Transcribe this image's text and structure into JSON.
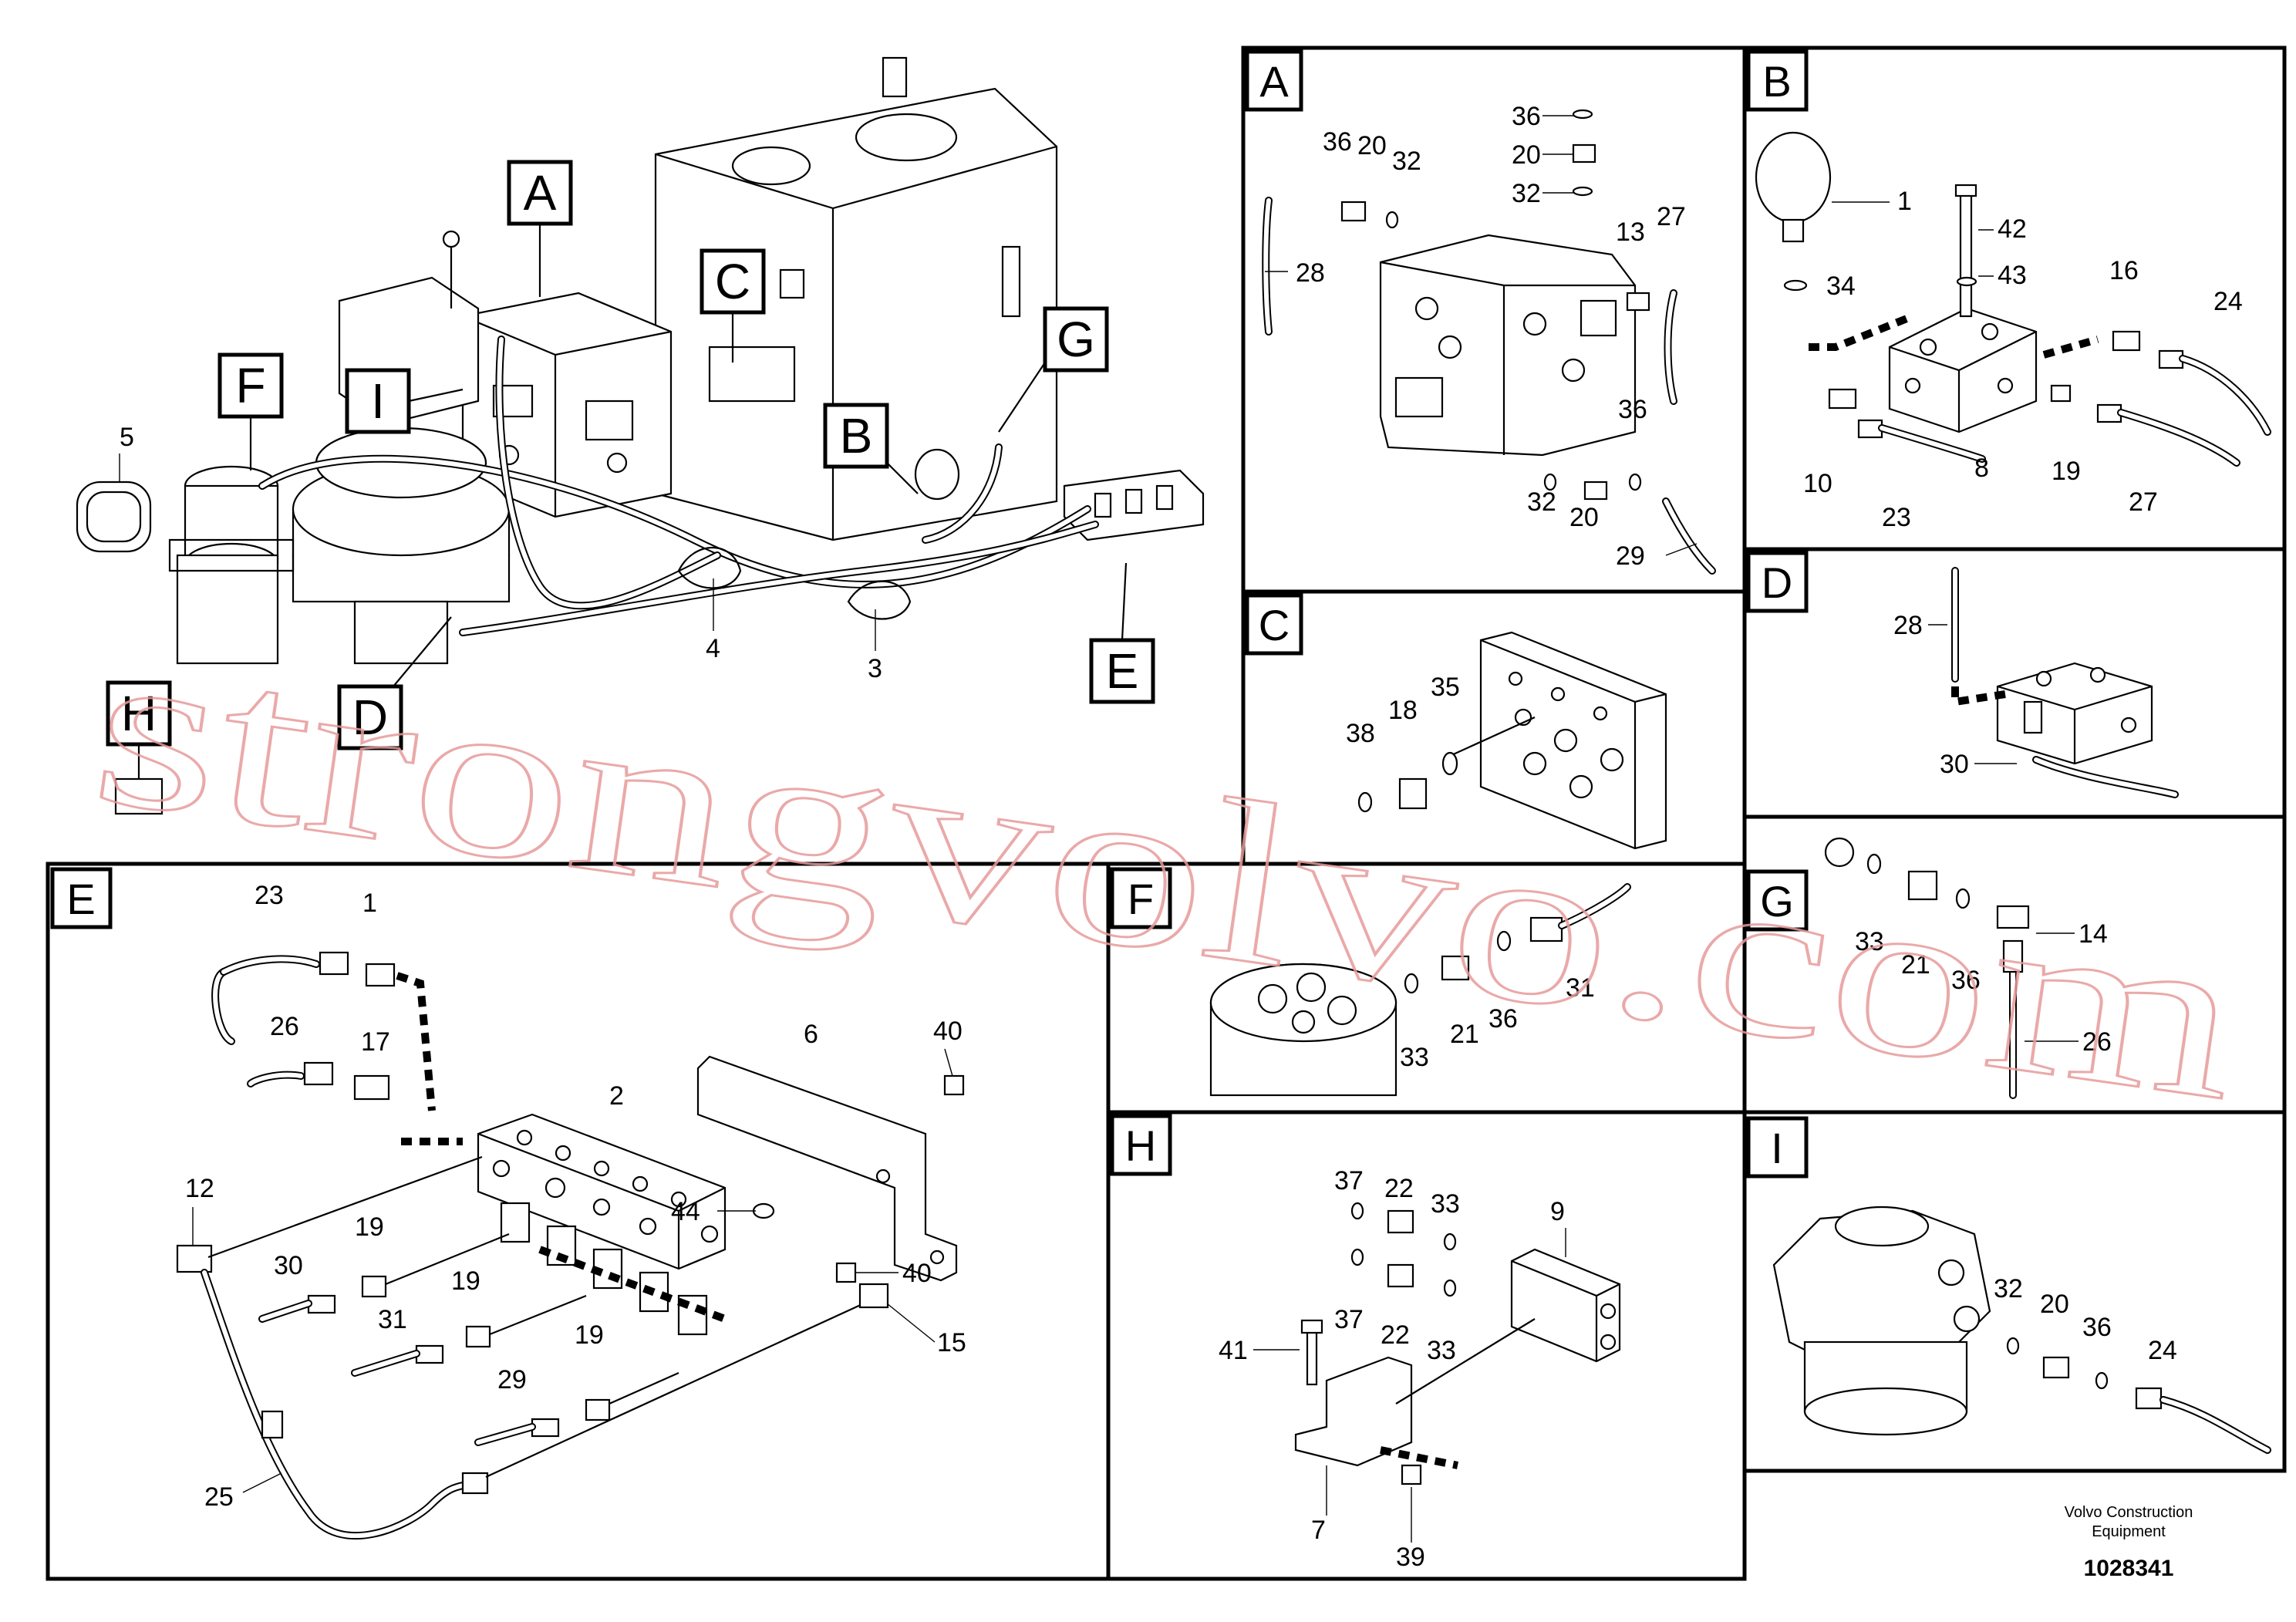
{
  "main": {
    "callouts": [
      "A",
      "B",
      "C",
      "D",
      "E",
      "F",
      "G",
      "H",
      "I"
    ],
    "numbers": [
      "5",
      "4",
      "3"
    ]
  },
  "panels": {
    "A": {
      "label": "A",
      "numbers": [
        "36",
        "20",
        "32",
        "36",
        "20",
        "32",
        "28",
        "13",
        "27",
        "36",
        "32",
        "20",
        "29"
      ]
    },
    "B": {
      "label": "B",
      "numbers": [
        "1",
        "42",
        "43",
        "34",
        "16",
        "24",
        "10",
        "23",
        "8",
        "19",
        "27"
      ]
    },
    "C": {
      "label": "C",
      "numbers": [
        "38",
        "18",
        "35"
      ]
    },
    "D": {
      "label": "D",
      "numbers": [
        "28",
        "30"
      ]
    },
    "E": {
      "label": "E",
      "numbers": [
        "23",
        "1",
        "26",
        "17",
        "2",
        "6",
        "40",
        "12",
        "44",
        "19",
        "30",
        "40",
        "19",
        "31",
        "15",
        "19",
        "29",
        "25"
      ]
    },
    "F": {
      "label": "F",
      "numbers": [
        "33",
        "21",
        "36",
        "31"
      ]
    },
    "G": {
      "label": "G",
      "numbers": [
        "33",
        "21",
        "36",
        "14",
        "26"
      ]
    },
    "H": {
      "label": "H",
      "numbers": [
        "37",
        "22",
        "33",
        "9",
        "37",
        "22",
        "33",
        "41",
        "7",
        "39"
      ]
    },
    "I": {
      "label": "I",
      "numbers": [
        "32",
        "20",
        "36",
        "24"
      ]
    }
  },
  "footer": {
    "brand_line1": "Volvo Construction",
    "brand_line2": "Equipment",
    "code": "1028341"
  },
  "watermark": "strongvolvo.com"
}
